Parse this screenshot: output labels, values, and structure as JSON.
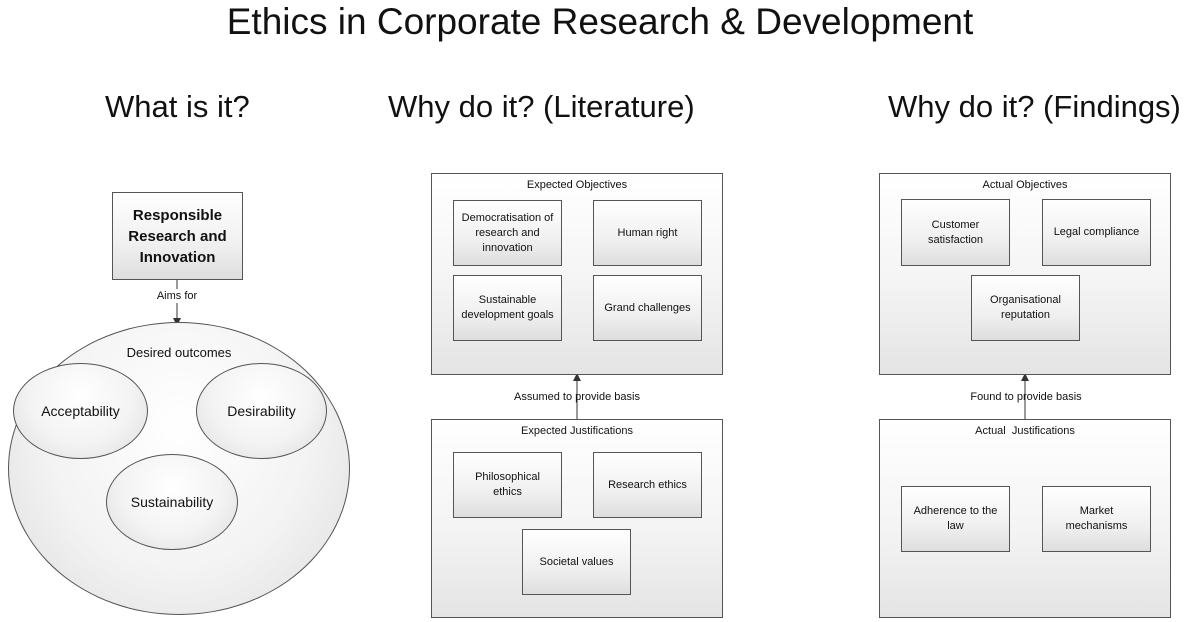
{
  "title": "Ethics in Corporate Research & Development",
  "headings": {
    "what": "What is it?",
    "literature": "Why do it? (Literature)",
    "findings": "Why do it? (Findings)"
  },
  "left": {
    "rri": "Responsible Research and Innovation",
    "aims_for": "Aims for",
    "outcomes_label": "Desired outcomes",
    "outcomes": [
      "Acceptability",
      "Desirability",
      "Sustainability"
    ]
  },
  "literature": {
    "objectives_label": "Expected Objectives",
    "objectives": [
      "Democratisation of research and innovation",
      "Human right",
      "Sustainable development goals",
      "Grand challenges"
    ],
    "connector": "Assumed to provide basis",
    "justifications_label": "Expected Justifications",
    "justifications": [
      "Philosophical ethics",
      "Research ethics",
      "Societal values"
    ]
  },
  "findings": {
    "objectives_label": "Actual Objectives",
    "objectives": [
      "Customer satisfaction",
      "Legal compliance",
      "Organisational reputation"
    ],
    "connector": "Found to provide basis",
    "justifications_label": "Actual  Justifications",
    "justifications": [
      "Adherence to the law",
      "Market mechanisms"
    ]
  }
}
